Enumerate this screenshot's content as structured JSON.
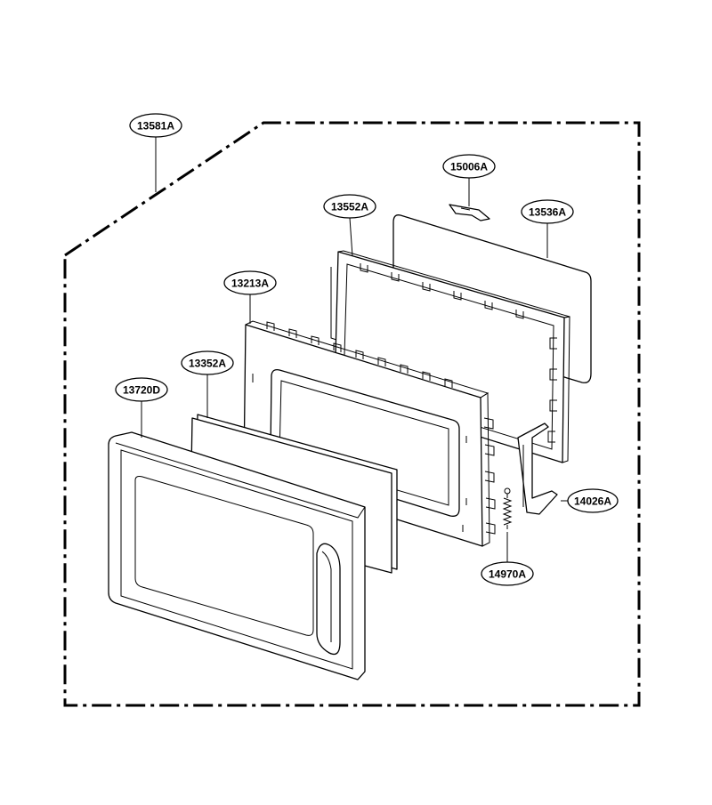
{
  "diagram": {
    "parts": [
      {
        "id": "assembly",
        "label": "13581A"
      },
      {
        "id": "clip",
        "label": "15006A"
      },
      {
        "id": "rear-frame",
        "label": "13552A"
      },
      {
        "id": "rear-plate",
        "label": "13536A"
      },
      {
        "id": "inner-frame",
        "label": "13213A"
      },
      {
        "id": "screen",
        "label": "13352A"
      },
      {
        "id": "door-frame",
        "label": "13720D"
      },
      {
        "id": "latch",
        "label": "14026A"
      },
      {
        "id": "spring",
        "label": "14970A"
      }
    ]
  }
}
